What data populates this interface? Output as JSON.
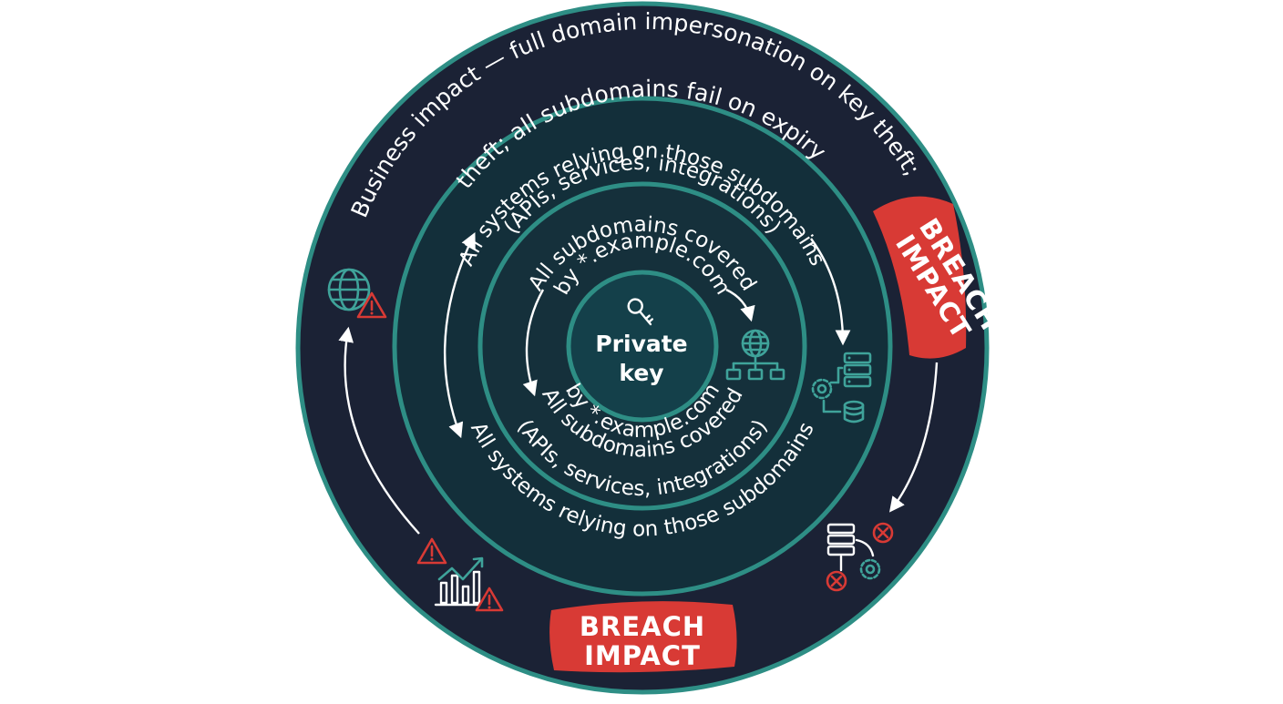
{
  "diagram": {
    "core": {
      "line1": "Private",
      "line2": "key"
    },
    "ring1": {
      "top_line1": "All subdomains covered",
      "top_line2": "by *.example.com",
      "bottom_line1": "All subdomains covered",
      "bottom_line2": "by *.example.com"
    },
    "ring2": {
      "top_line1": "All systems relying on those subdomains",
      "top_line2": "(APIs, services, integrations)",
      "bottom_line1": "All systems relying on those subdomains",
      "bottom_line2": "(APIs, services, integrations)"
    },
    "outer": {
      "line1": "Business impact — full domain impersonation on key theft;",
      "line2": "theft; all subdomains fail on expiry"
    },
    "badges": {
      "right_line1": "BREACH",
      "right_line2": "IMPACT",
      "bottom_line1": "BREACH",
      "bottom_line2": "IMPACT"
    },
    "icons": {
      "core": "key-icon",
      "ring1": "network-globe-icon",
      "ring2": "server-gear-database-icon",
      "outer_left": "globe-warning-icon",
      "outer_bottom_left": "chart-warning-icon",
      "outer_right": "server-failure-icon"
    },
    "colors": {
      "outer_fill": "#1b2235",
      "ring_fill": "#132f3a",
      "core_fill": "#14404a",
      "ring_stroke": "#2e8e85",
      "accent_teal": "#3fa39a",
      "alert_red": "#d83a35"
    }
  }
}
